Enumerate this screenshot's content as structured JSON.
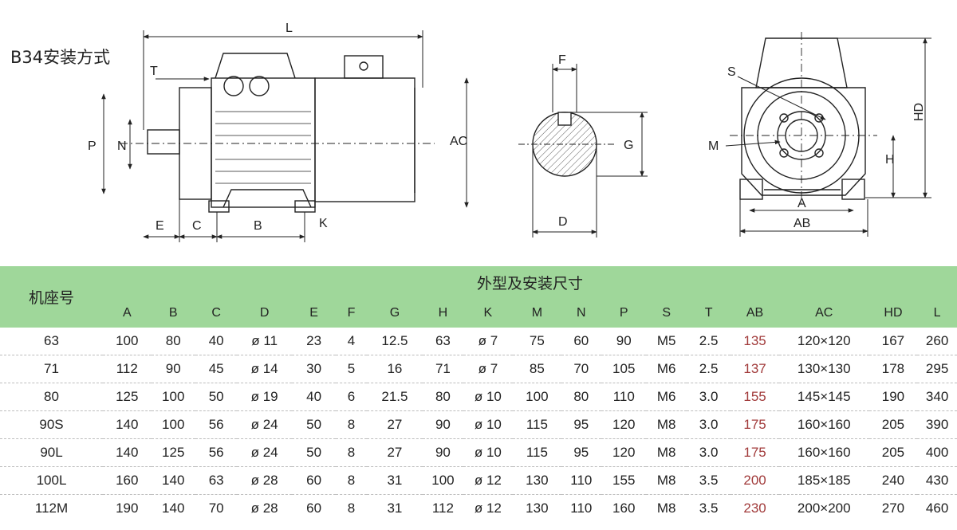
{
  "drawing": {
    "title": "B34安装方式",
    "labels": {
      "L": "L",
      "T": "T",
      "P": "P",
      "N": "N",
      "AC": "AC",
      "E": "E",
      "C": "C",
      "B": "B",
      "K": "K",
      "F": "F",
      "G": "G",
      "D": "D",
      "S": "S",
      "M": "M",
      "HD": "HD",
      "H": "H",
      "A": "A",
      "AB": "AB"
    }
  },
  "table": {
    "frame_header": "机座号",
    "group_header": "外型及安装尺寸",
    "columns": [
      "A",
      "B",
      "C",
      "D",
      "E",
      "F",
      "G",
      "H",
      "K",
      "M",
      "N",
      "P",
      "S",
      "T",
      "AB",
      "AC",
      "HD",
      "L"
    ],
    "rows": [
      [
        "63",
        "100",
        "80",
        "40",
        "ø 11",
        "23",
        "4",
        "12.5",
        "63",
        "ø 7",
        "75",
        "60",
        "90",
        "M5",
        "2.5",
        "135",
        "120×120",
        "167",
        "260"
      ],
      [
        "71",
        "112",
        "90",
        "45",
        "ø 14",
        "30",
        "5",
        "16",
        "71",
        "ø 7",
        "85",
        "70",
        "105",
        "M6",
        "2.5",
        "137",
        "130×130",
        "178",
        "295"
      ],
      [
        "80",
        "125",
        "100",
        "50",
        "ø 19",
        "40",
        "6",
        "21.5",
        "80",
        "ø 10",
        "100",
        "80",
        "110",
        "M6",
        "3.0",
        "155",
        "145×145",
        "190",
        "340"
      ],
      [
        "90S",
        "140",
        "100",
        "56",
        "ø 24",
        "50",
        "8",
        "27",
        "90",
        "ø 10",
        "115",
        "95",
        "120",
        "M8",
        "3.0",
        "175",
        "160×160",
        "205",
        "390"
      ],
      [
        "90L",
        "140",
        "125",
        "56",
        "ø 24",
        "50",
        "8",
        "27",
        "90",
        "ø 10",
        "115",
        "95",
        "120",
        "M8",
        "3.0",
        "175",
        "160×160",
        "205",
        "400"
      ],
      [
        "100L",
        "160",
        "140",
        "63",
        "ø 28",
        "60",
        "8",
        "31",
        "100",
        "ø 12",
        "130",
        "110",
        "155",
        "M8",
        "3.5",
        "200",
        "185×185",
        "240",
        "430"
      ],
      [
        "112M",
        "190",
        "140",
        "70",
        "ø 28",
        "60",
        "8",
        "31",
        "112",
        "ø 12",
        "130",
        "110",
        "160",
        "M8",
        "3.5",
        "230",
        "200×200",
        "270",
        "460"
      ]
    ]
  }
}
